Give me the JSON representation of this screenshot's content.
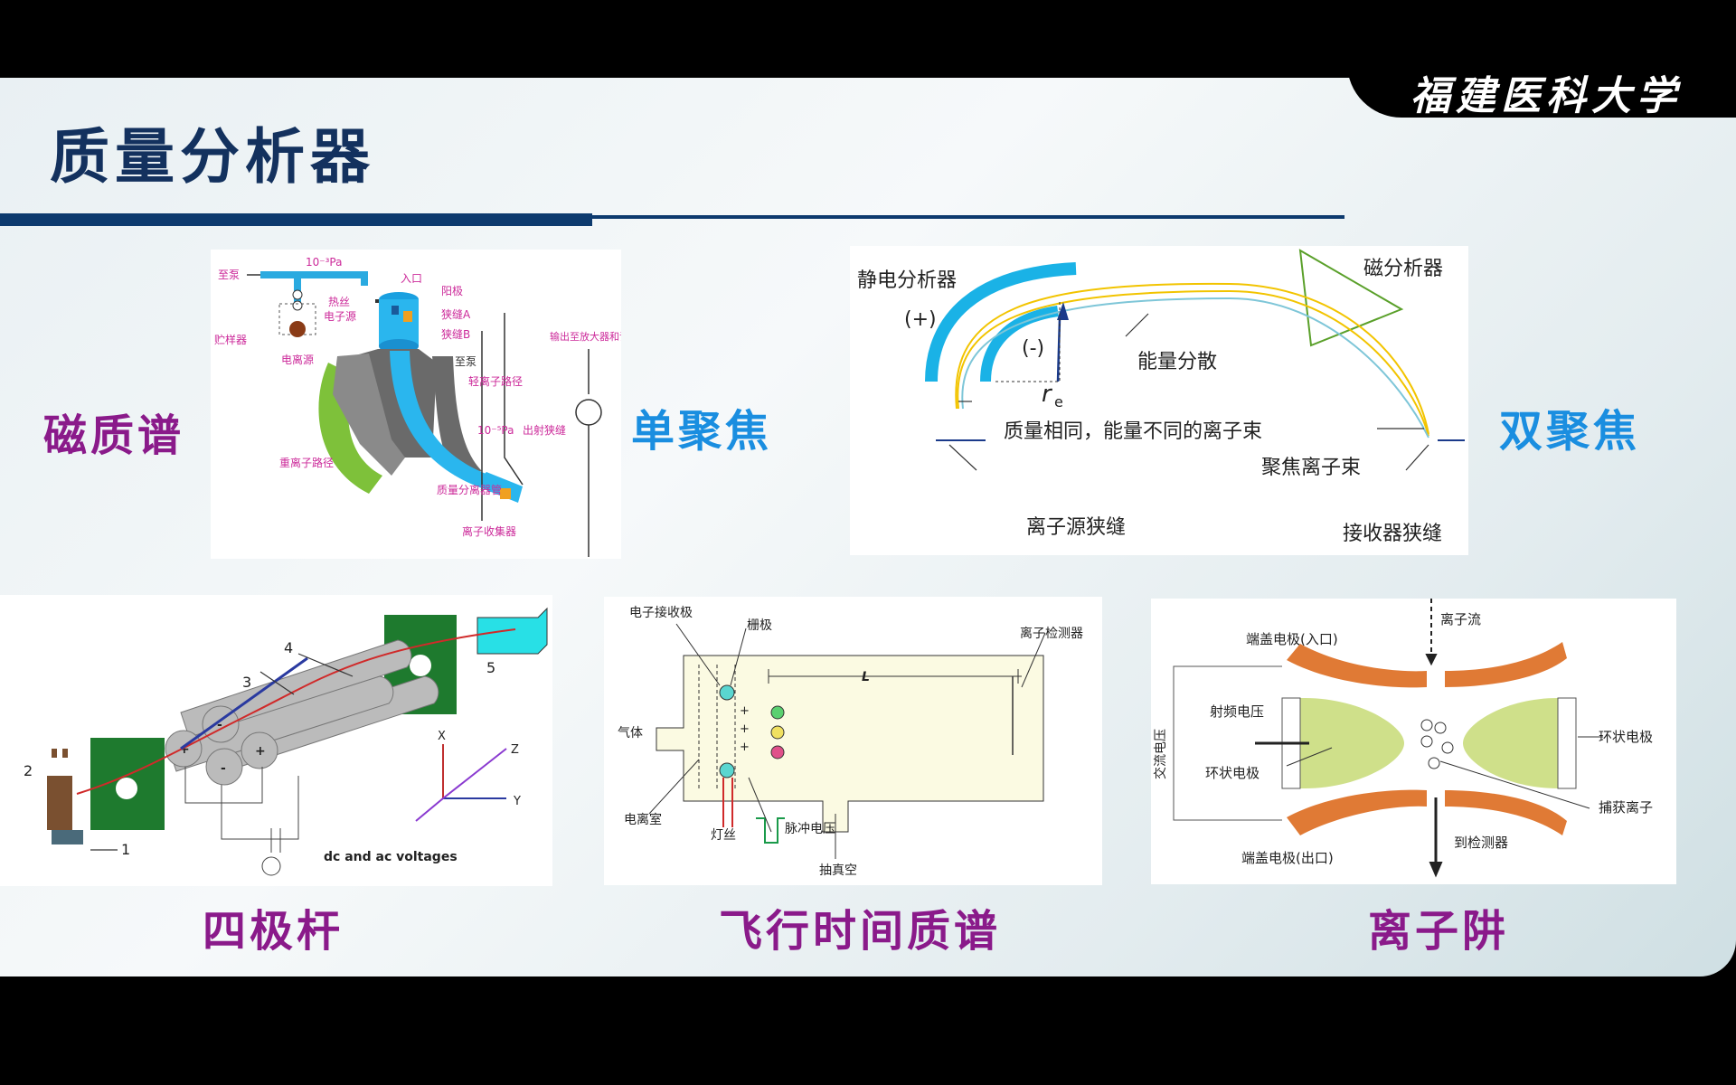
{
  "slide": {
    "university": "福建医科大学",
    "title": "质量分析器"
  },
  "labels": {
    "magnetic": "磁质谱",
    "single_focus": "单聚焦",
    "double_focus": "双聚焦",
    "quadrupole": "四极杆",
    "tof": "飞行时间质谱",
    "ion_trap": "离子阱"
  },
  "diagram_magnetic": {
    "pressure_top": "10⁻³Pa",
    "to_pump": "至泵",
    "inlet": "入口",
    "anode": "阳极",
    "filament": "热丝",
    "electron_source": "电子源",
    "slit_a": "狭缝A",
    "slit_b": "狭缝B",
    "reservoir": "贮样器",
    "ion_source": "电离源",
    "to_pump2": "至泵",
    "light_path": "轻离子路径",
    "heavy_path": "重离子路径",
    "pressure_low": "10⁻⁵Pa",
    "exit_slit": "出射狭缝",
    "output": "输出至放大器和记录仪",
    "tube": "质量分离器管",
    "collector": "离子收集器"
  },
  "diagram_double": {
    "esa": "静电分析器",
    "magnet": "磁分析器",
    "plus": "(+)",
    "minus": "(-)",
    "radius": "r",
    "radius_sub": "e",
    "energy_disp": "能量分散",
    "beam": "质量相同，能量不同的离子束",
    "focused": "聚焦离子束",
    "source_slit": "离子源狭缝",
    "receiver_slit": "接收器狭缝"
  },
  "diagram_quad": {
    "n1": "1",
    "n2": "2",
    "n3": "3",
    "n4": "4",
    "n5": "5",
    "x": "X",
    "y": "Y",
    "z": "Z",
    "voltages": "dc and ac voltages"
  },
  "diagram_tof": {
    "electron_rx": "电子接收极",
    "grid": "栅极",
    "detector": "离子检测器",
    "gas": "气体",
    "chamber": "电离室",
    "filament": "灯丝",
    "pulse": "脉冲电压",
    "vacuum": "抽真空",
    "length": "L"
  },
  "diagram_trap": {
    "ion_flow": "离子流",
    "endcap_in": "端盖电极(入口)",
    "ac_voltage": "交流电压",
    "rf_voltage": "射频电压",
    "ring_left": "环状电极",
    "ring_right": "环状电极",
    "trapped": "捕获离子",
    "to_detector": "到检测器",
    "endcap_out": "端盖电极(出口)"
  },
  "colors": {
    "title": "#13315e",
    "purple": "#8a1a8a",
    "blue": "#1a8ee0"
  }
}
